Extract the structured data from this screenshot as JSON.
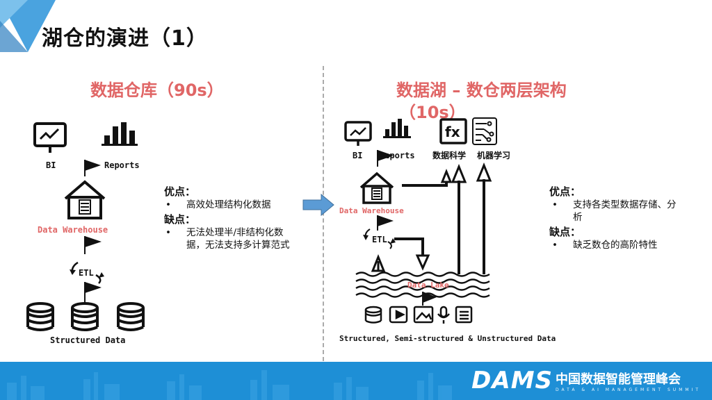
{
  "title": "湖仓的演进（1）",
  "left": {
    "heading": "数据仓库（90s）",
    "bi_label": "BI",
    "reports_label": "Reports",
    "dw_label": "Data Warehouse",
    "etl_label": "ETL",
    "source_label": "Structured Data",
    "pros_title": "优点：",
    "pros": [
      "高效处理结构化数据"
    ],
    "cons_title": "缺点：",
    "cons_line1": "无法处理半/非结构化数",
    "cons_line2": "据，无法支持多计算范式"
  },
  "right": {
    "heading_line1": "数据湖 – 数仓两层架构",
    "heading_line2": "（10s）",
    "bi_label": "BI",
    "reports_label": "Reports",
    "ds_label": "数据科学",
    "ml_label": "机器学习",
    "dw_label": "Data Warehouse",
    "etl_label": "ETL",
    "lake_label": "Data Lake",
    "source_label": "Structured, Semi-structured & Unstructured Data",
    "pros_title": "优点：",
    "pros_line1": "支持各类型数据存储、分",
    "pros_line2": "析",
    "cons_title": "缺点：",
    "cons": [
      "缺乏数仓的高阶特性"
    ]
  },
  "bullet": "•",
  "footer": {
    "brand": "DAMS",
    "brand_cn": "中国数据智能管理峰会",
    "brand_sub": "DATA & AI MANAGEMENT SUMMIT"
  },
  "icons": [
    "monitor-chart-icon",
    "bar-chart-icon",
    "warehouse-icon",
    "database-icon",
    "flag-icon",
    "fx-icon",
    "ml-circuit-icon",
    "video-icon",
    "image-icon",
    "microphone-icon",
    "document-icon",
    "arrow-right-icon"
  ],
  "colors": {
    "accent_red": "#e06666",
    "footer_blue": "#1e8fd6",
    "corner_blue": "#4aa3df",
    "arrow_blue": "#5b9bd5"
  }
}
